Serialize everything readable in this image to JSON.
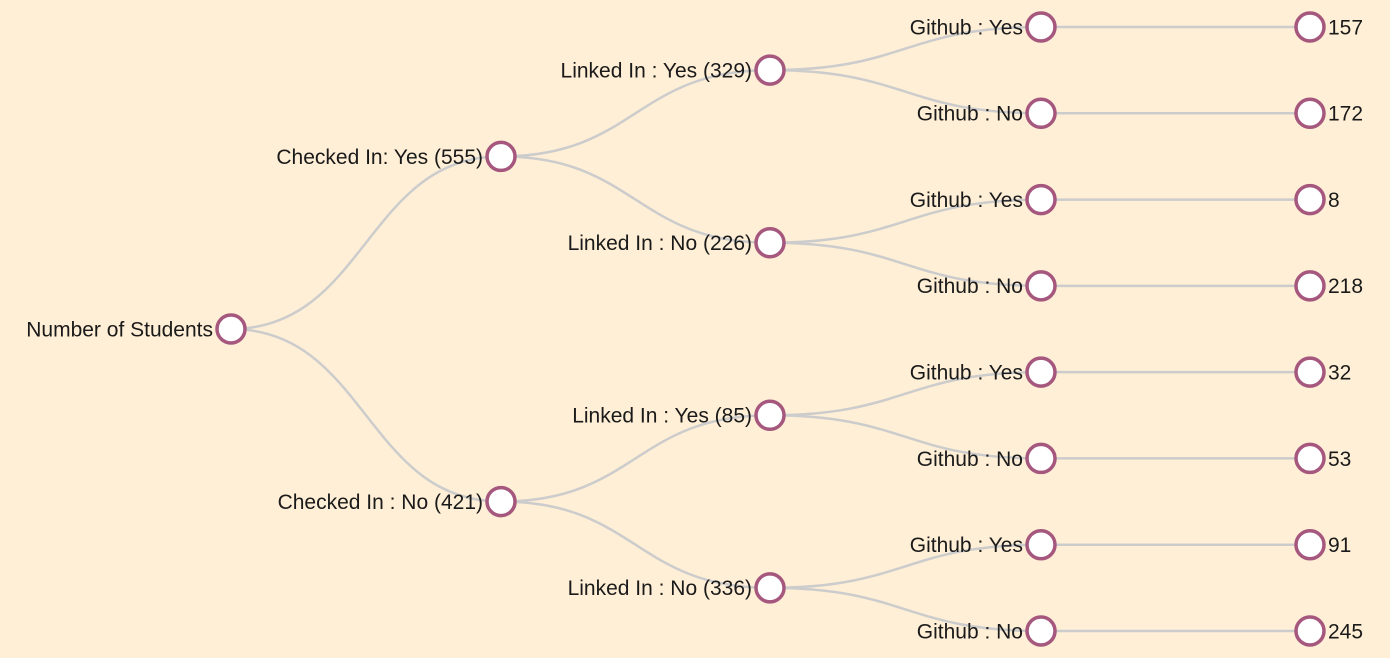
{
  "tree": {
    "label": "Number of Students",
    "children": [
      {
        "label": "Checked In: Yes (555)",
        "children": [
          {
            "label": "Linked In : Yes (329)",
            "children": [
              {
                "label": "Github : Yes",
                "children": [
                  {
                    "label": "157"
                  }
                ]
              },
              {
                "label": "Github : No",
                "children": [
                  {
                    "label": "172"
                  }
                ]
              }
            ]
          },
          {
            "label": "Linked In : No (226)",
            "children": [
              {
                "label": "Github : Yes",
                "children": [
                  {
                    "label": "8"
                  }
                ]
              },
              {
                "label": "Github : No",
                "children": [
                  {
                    "label": "218"
                  }
                ]
              }
            ]
          }
        ]
      },
      {
        "label": "Checked In : No (421)",
        "children": [
          {
            "label": "Linked In : Yes (85)",
            "children": [
              {
                "label": "Github : Yes",
                "children": [
                  {
                    "label": "32"
                  }
                ]
              },
              {
                "label": "Github : No",
                "children": [
                  {
                    "label": "53"
                  }
                ]
              }
            ]
          },
          {
            "label": "Linked In : No (336)",
            "children": [
              {
                "label": "Github : Yes",
                "children": [
                  {
                    "label": "91"
                  }
                ]
              },
              {
                "label": "Github : No",
                "children": [
                  {
                    "label": "245"
                  }
                ]
              }
            ]
          }
        ]
      }
    ]
  },
  "colors": {
    "background": "#ffefd6",
    "link": "#cccccc",
    "node_stroke": "#a5577d",
    "node_fill": "#ffffff",
    "text": "#1a1a1a"
  }
}
